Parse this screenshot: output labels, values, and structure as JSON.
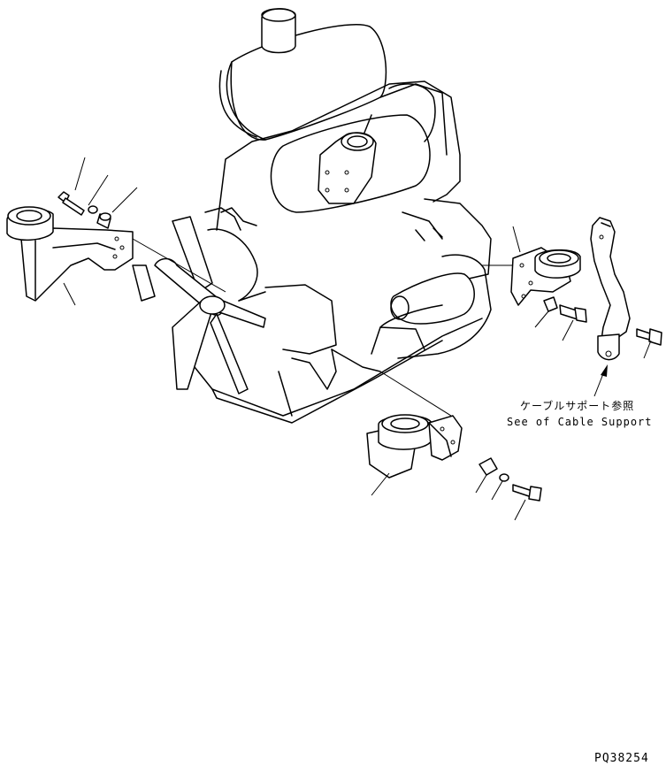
{
  "annotation": {
    "japanese": "ケーブルサポート参照",
    "english": "See of Cable Support"
  },
  "drawing_id": "PQ38254",
  "colors": {
    "line": "#000000",
    "background": "#ffffff"
  }
}
